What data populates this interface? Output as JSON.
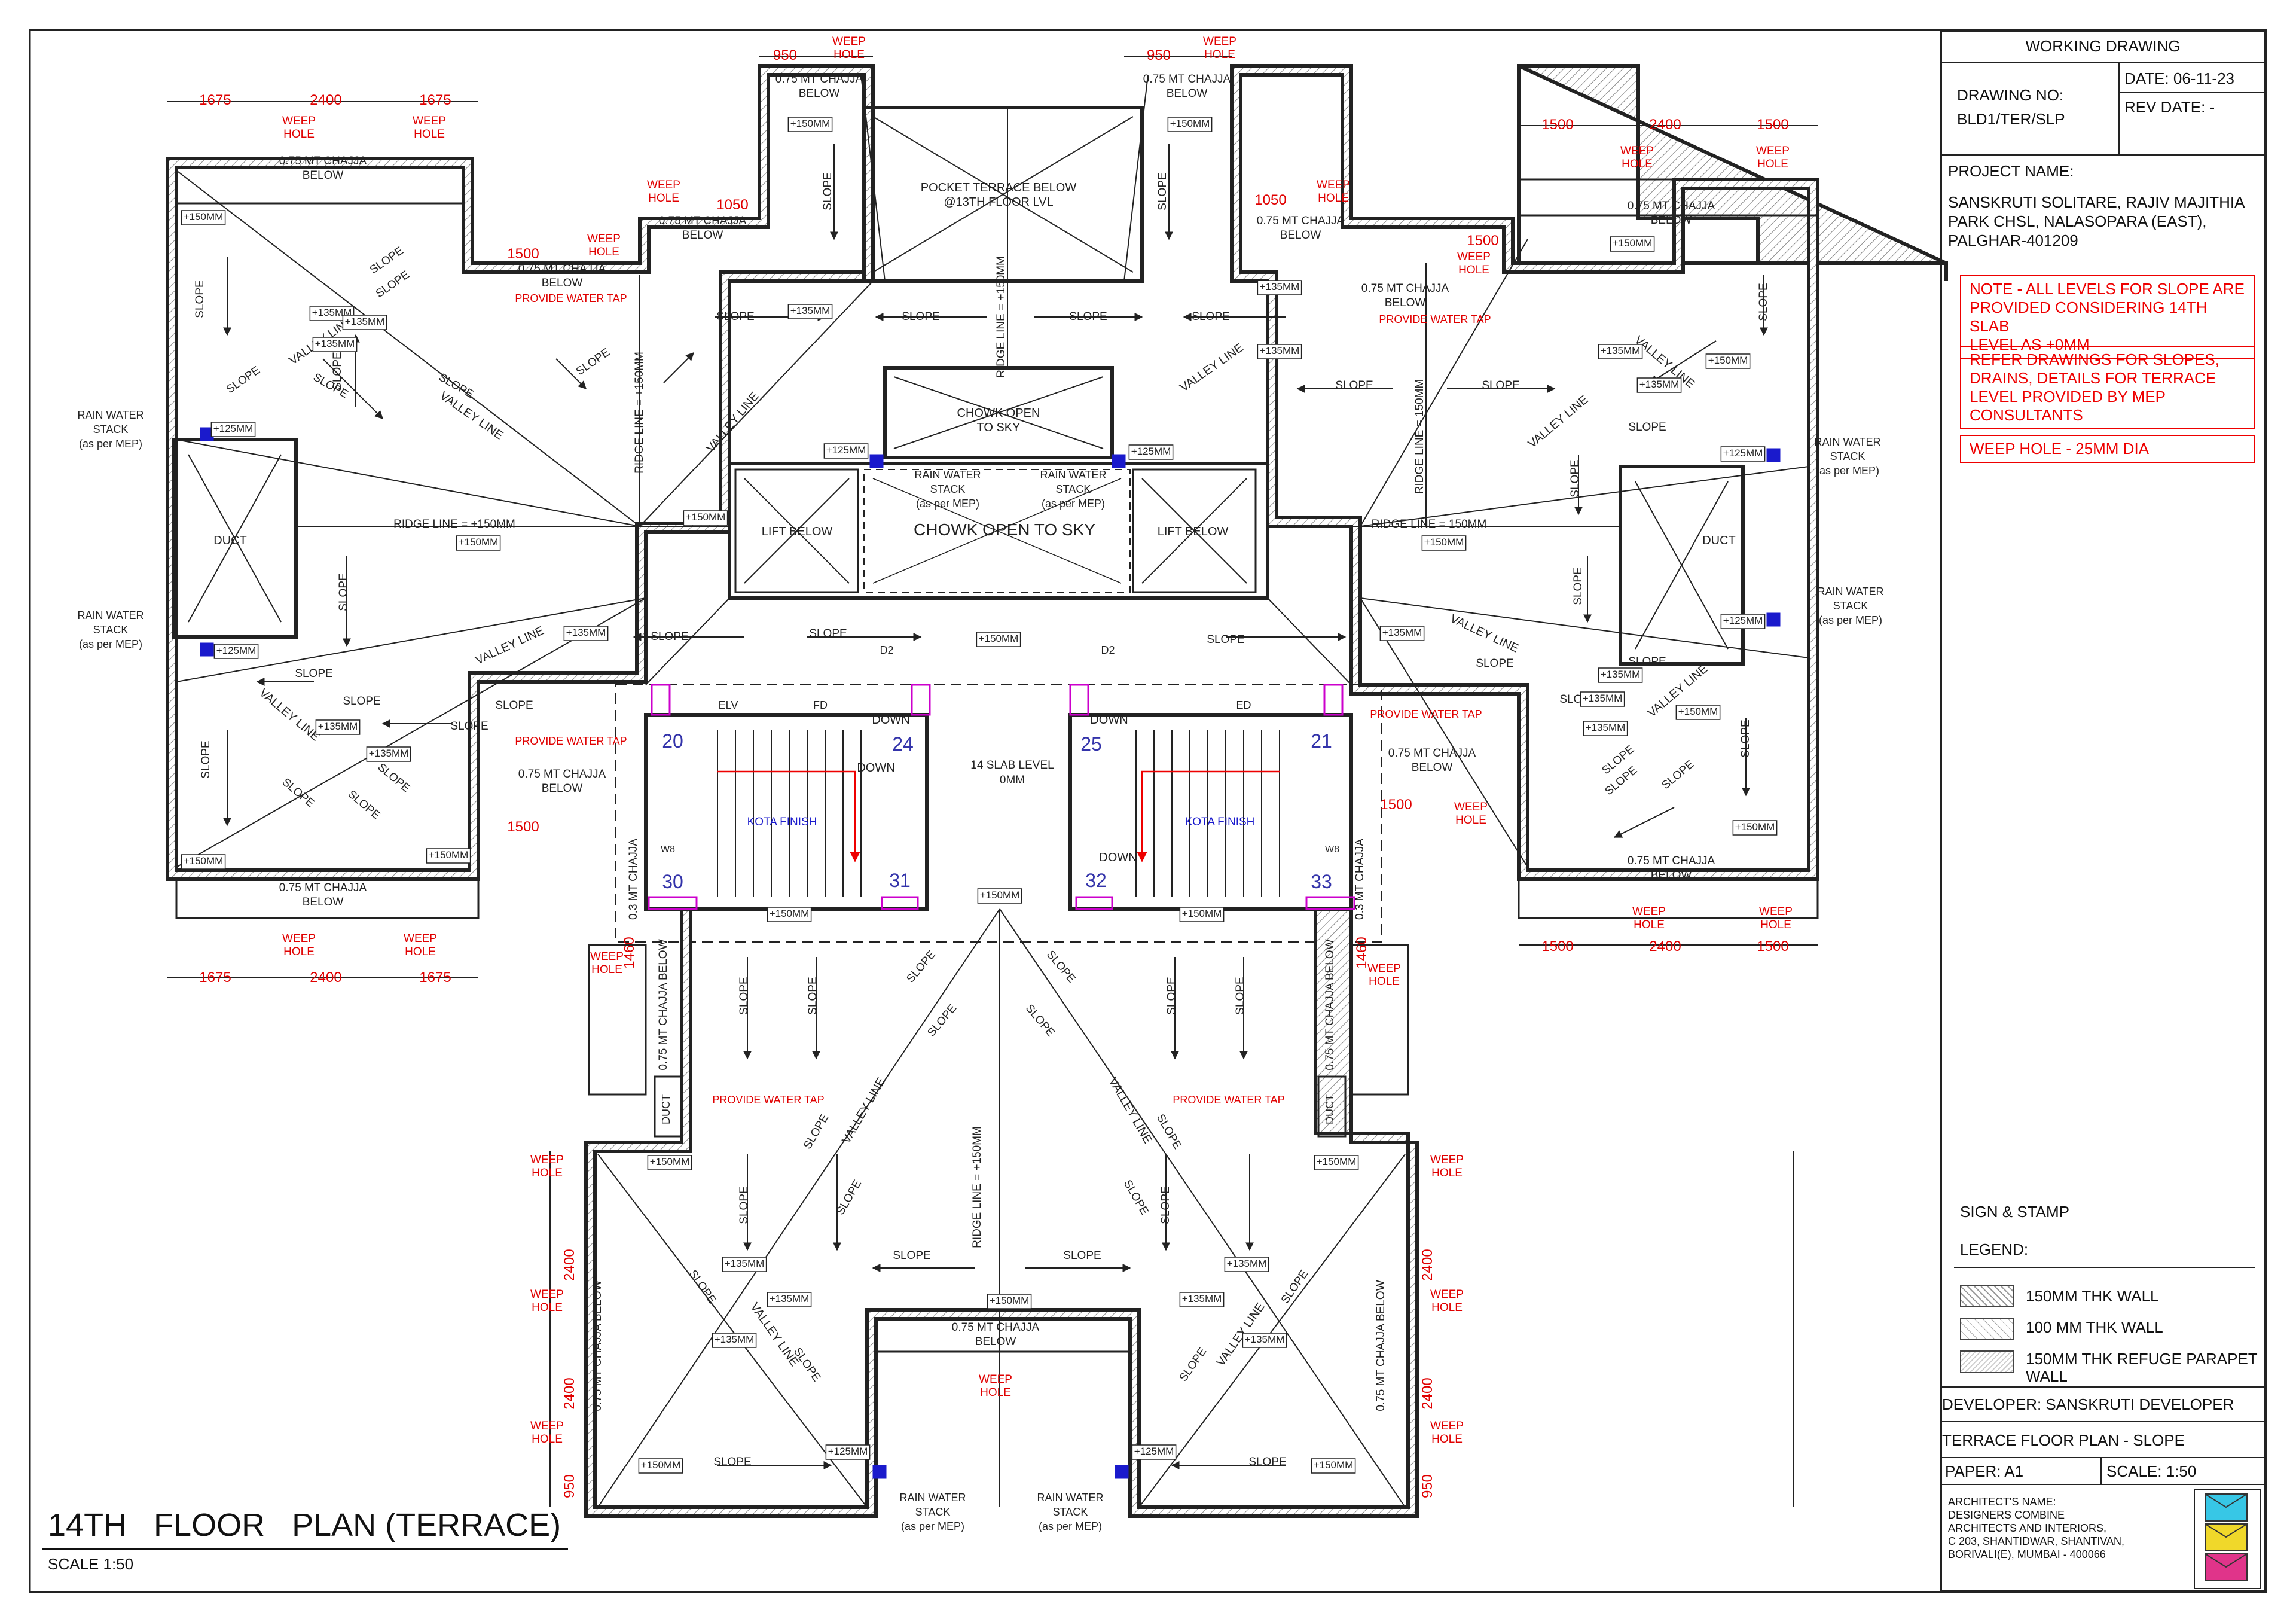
{
  "drawing": {
    "title": "14TH   FLOOR   PLAN (TERRACE)",
    "scale_note": "SCALE 1:50"
  },
  "title_block": {
    "heading": "WORKING DRAWING",
    "drawing_no_label": "DRAWING NO:",
    "drawing_no": "BLD1/TER/SLP",
    "date": "DATE: 06-11-23",
    "rev_date": "REV DATE: -",
    "project_label": "PROJECT NAME:",
    "project_lines": [
      "SANSKRUTI SOLITARE, RAJIV MAJITHIA",
      "PARK CHSL, NALASOPARA (EAST),",
      "PALGHAR-401209"
    ],
    "notes": [
      [
        "NOTE - ALL LEVELS FOR SLOPE ARE",
        "PROVIDED CONSIDERING 14TH SLAB",
        "LEVEL AS +0MM"
      ],
      [
        "REFER DRAWINGS FOR SLOPES,",
        "DRAINS,  DETAILS FOR TERRACE",
        "LEVEL PROVIDED BY MEP",
        "CONSULTANTS"
      ],
      [
        "WEEP HOLE - 25MM DIA"
      ]
    ],
    "sign_stamp": "SIGN & STAMP",
    "legend_label": "LEGEND:",
    "legend_items": [
      "150MM THK WALL",
      "100 MM THK WALL",
      "150MM THK REFUGE PARAPET",
      "WALL"
    ],
    "developer": "DEVELOPER: SANSKRUTI DEVELOPER",
    "sheet_title": "TERRACE FLOOR PLAN - SLOPE",
    "paper": "PAPER: A1",
    "scale": "SCALE: 1:50",
    "architect_lines": [
      "ARCHITECT'S  NAME:",
      "DESIGNERS COMBINE",
      "ARCHITECTS AND INTERIORS,",
      "C 203, SHANTIDWAR, SHANTIVAN,",
      "BORIVALI(E), MUMBAI - 400066"
    ]
  },
  "labels": {
    "slope": "SLOPE",
    "valley": "VALLEY LINE",
    "ridge_150": "RIDGE LINE = +150MM",
    "ridge_v": "RIDGE LINE = +150MM",
    "ridge_150b": "RIDGE LINE = 150MM",
    "lvl_150": "+150MM",
    "lvl_135": "+135MM",
    "lvl_125": "+125MM",
    "weep1": "WEEP",
    "weep2": "HOLE",
    "chajja075_1": "0.75 MT CHAJJA",
    "chajja075_2": "BELOW",
    "chajja_vert": "0.75 MT CHAJJA BELOW",
    "chajja03": "0.3 MT CHAJJA",
    "water_tap": "PROVIDE WATER TAP",
    "rws1": "RAIN WATER",
    "rws2": "STACK",
    "rws3": "(as per MEP)",
    "duct": "DUCT",
    "lift": "LIFT BELOW",
    "chowk_big": "CHOWK OPEN TO SKY",
    "chowk_small_1": "CHOWK OPEN",
    "chowk_small_2": "TO SKY",
    "pocket_1": "POCKET TERRACE BELOW",
    "pocket_2": "@13TH FLOOR LVL",
    "slab_1": "14 SLAB LEVEL",
    "slab_2": "0MM",
    "kota": "KOTA FINISH",
    "down": "DOWN",
    "elv": "ELV",
    "fd": "FD",
    "ed": "ED",
    "d2": "D2",
    "w8": "W8",
    "n20": "20",
    "n21": "21",
    "n24": "24",
    "n25": "25",
    "n30": "30",
    "n31": "31",
    "n32": "32",
    "n33": "33",
    "dim": {
      "d1675": "1675",
      "d2400": "2400",
      "d1500": "1500",
      "d1050": "1050",
      "d950": "950",
      "d1460": "1460"
    }
  },
  "colors": {
    "wall": "#222222",
    "annotation": "#e00000",
    "stack": "#1a1acc",
    "equipment": "#cc00cc"
  }
}
